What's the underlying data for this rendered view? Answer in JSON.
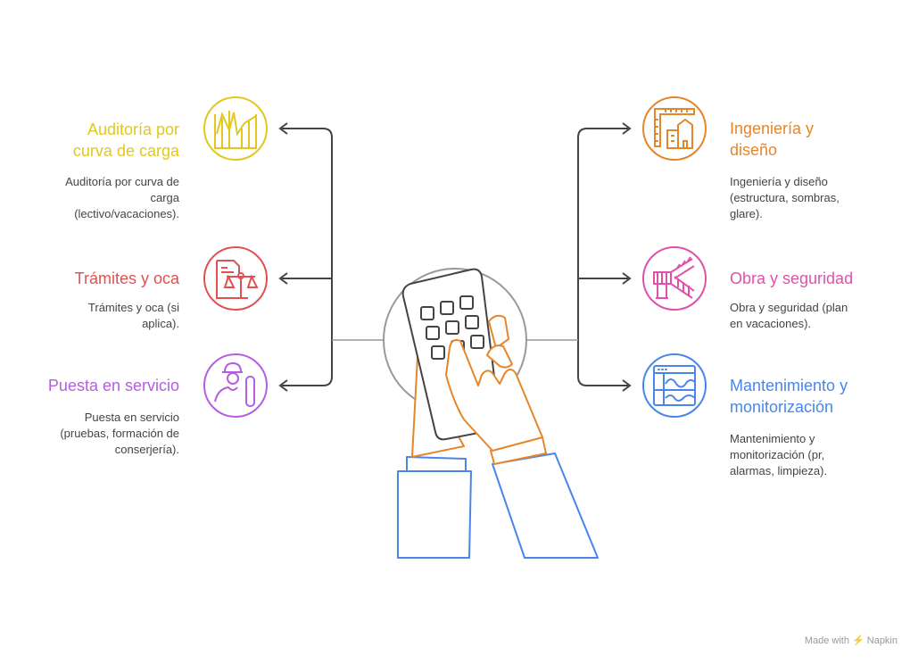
{
  "left_items": [
    {
      "title_lines": [
        "Auditoría por",
        "curva de carga"
      ],
      "desc_lines": [
        "Auditoría por curva de",
        "carga",
        "(lectivo/vacaciones)."
      ],
      "color": "#E2C71E",
      "icon": "load-curve-chart-icon"
    },
    {
      "title_lines": [
        "Trámites y oca"
      ],
      "desc_lines": [
        "Trámites y oca (si",
        "aplica)."
      ],
      "color": "#E05252",
      "icon": "document-scales-icon"
    },
    {
      "title_lines": [
        "Puesta en servicio"
      ],
      "desc_lines": [
        "Puesta en servicio",
        "(pruebas, formación de",
        "conserjería)."
      ],
      "color": "#B45EE0",
      "icon": "worker-wrench-icon"
    }
  ],
  "right_items": [
    {
      "title_lines": [
        "Ingeniería y",
        "diseño"
      ],
      "desc_lines": [
        "Ingeniería y diseño",
        "(estructura, sombras,",
        "glare)."
      ],
      "color": "#E5862B",
      "icon": "ruler-building-icon"
    },
    {
      "title_lines": [
        "Obra y seguridad"
      ],
      "desc_lines": [
        "Obra y seguridad (plan",
        "en vacaciones)."
      ],
      "color": "#E052A8",
      "icon": "construction-stairs-icon"
    },
    {
      "title_lines": [
        "Mantenimiento y",
        "monitorización"
      ],
      "desc_lines": [
        "Mantenimiento y",
        "monitorización (pr,",
        "alarmas, limpieza)."
      ],
      "color": "#4A86E8",
      "icon": "monitoring-dashboard-icon"
    }
  ],
  "footer": "Made with ⚡ Napkin"
}
